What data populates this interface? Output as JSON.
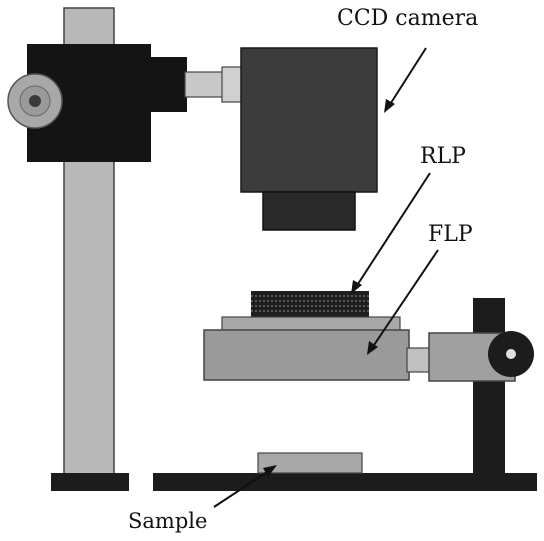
{
  "labels": {
    "ccd_camera": "CCD camera",
    "rlp": "RLP",
    "flp": "FLP",
    "sample": "Sample"
  },
  "colors": {
    "background": "#ffffff",
    "pole": "#b8b8b8",
    "dark_block": "#141414",
    "camera_body": "#3c3c3c",
    "camera_lens": "#2a2a2a",
    "stage": "#9a9a9a",
    "stage_top": "#a8a8a8",
    "base": "#1c1c1c",
    "outline": "#222222"
  }
}
